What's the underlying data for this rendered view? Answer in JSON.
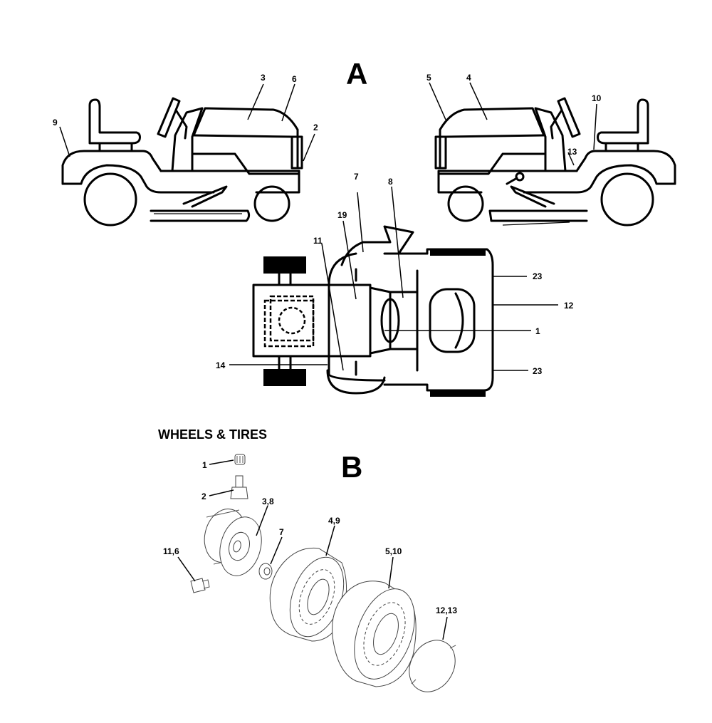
{
  "sections": {
    "a": {
      "letter": "A"
    },
    "b": {
      "letter": "B",
      "title": "WHEELS & TIRES"
    }
  },
  "callouts_a": [
    {
      "id": "a-3",
      "text": "3"
    },
    {
      "id": "a-6",
      "text": "6"
    },
    {
      "id": "a-2",
      "text": "2"
    },
    {
      "id": "a-9",
      "text": "9"
    },
    {
      "id": "a-5",
      "text": "5"
    },
    {
      "id": "a-4",
      "text": "4"
    },
    {
      "id": "a-10",
      "text": "10"
    },
    {
      "id": "a-13",
      "text": "13"
    },
    {
      "id": "a-7",
      "text": "7"
    },
    {
      "id": "a-8",
      "text": "8"
    },
    {
      "id": "a-19",
      "text": "19"
    },
    {
      "id": "a-11",
      "text": "11"
    },
    {
      "id": "a-23-top",
      "text": "23"
    },
    {
      "id": "a-12",
      "text": "12"
    },
    {
      "id": "a-1",
      "text": "1"
    },
    {
      "id": "a-14",
      "text": "14"
    },
    {
      "id": "a-23-bottom",
      "text": "23"
    }
  ],
  "callouts_b": [
    {
      "id": "b-1",
      "text": "1"
    },
    {
      "id": "b-2",
      "text": "2"
    },
    {
      "id": "b-3-8",
      "text": "3,8"
    },
    {
      "id": "b-7",
      "text": "7"
    },
    {
      "id": "b-11-6",
      "text": "11,6"
    },
    {
      "id": "b-4-9",
      "text": "4,9"
    },
    {
      "id": "b-5-10",
      "text": "5,10"
    },
    {
      "id": "b-12-13",
      "text": "12,13"
    }
  ]
}
